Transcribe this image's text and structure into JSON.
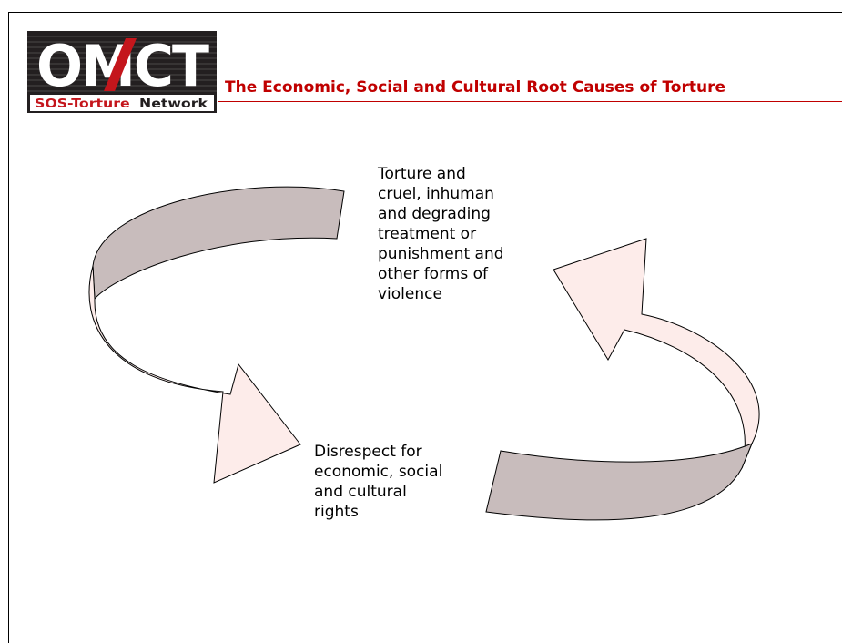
{
  "logo": {
    "wordmark": "OMCT",
    "tagline_part1": "SOS-Torture",
    "tagline_part2": "Network"
  },
  "header": {
    "title": "The Economic, Social and Cultural Root Causes of Torture"
  },
  "diagram": {
    "node_top": "Torture and\ncruel, inhuman\nand degrading\ntreatment or\npunishment and\nother forms of\nviolence",
    "node_bottom": "Disrespect for\neconomic, social\nand cultural\nrights"
  },
  "colors": {
    "title_red": "#c00000",
    "arrow_front_fill": "#fdecea",
    "arrow_back_fill": "#c8bcbc",
    "logo_background": "#231f20",
    "logo_red": "#c4161c"
  }
}
